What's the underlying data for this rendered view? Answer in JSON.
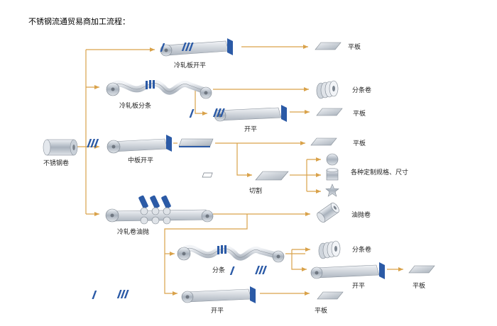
{
  "title": "不锈钢流通贸易商加工流程：",
  "labels": {
    "source": "不锈钢卷",
    "cold_cut": "冷轧板开平",
    "cold_slit": "冷轧板分条",
    "open1": "开平",
    "mid_cut": "中板开平",
    "cutting": "切割",
    "polish": "冷轧卷油抛",
    "slit2": "分条",
    "open2": "开平",
    "open3": "开平",
    "flat1": "平板",
    "coil1": "分条卷",
    "flat2": "平板",
    "flat3": "平板",
    "custom": "各种定制规格、尺寸",
    "oil_coil": "油抛卷",
    "coil2": "分条卷",
    "flat4": "平板",
    "flat5": "平板"
  },
  "colors": {
    "flow": "#d9a24a",
    "blade": "#2b5aa6",
    "steel": "#b9c1cb"
  }
}
